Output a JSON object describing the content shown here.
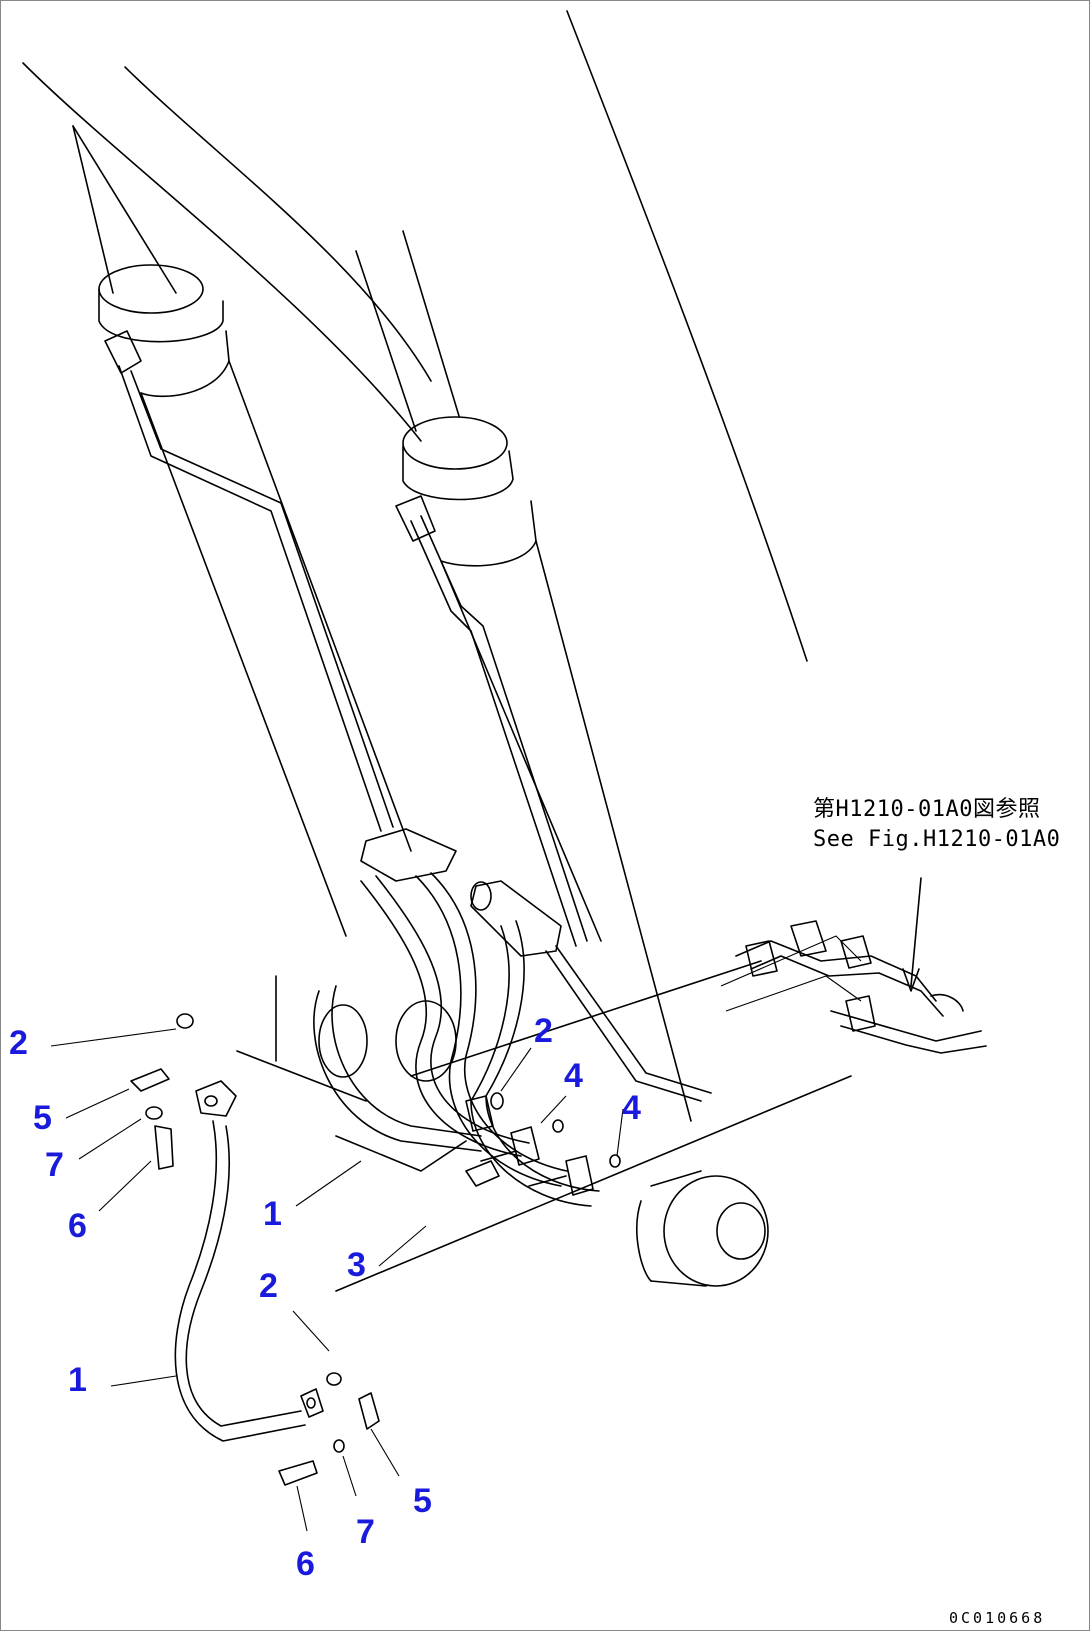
{
  "diagram": {
    "reference_text": {
      "line1": "第H1210-01A0図参照",
      "line2": "See Fig.H1210-01A0"
    },
    "drawing_number": "0C010668",
    "callout_color": "#1a1adc",
    "callouts": [
      {
        "id": "c2-top-left",
        "label": "2"
      },
      {
        "id": "c5-top-left",
        "label": "5"
      },
      {
        "id": "c7-top-left",
        "label": "7"
      },
      {
        "id": "c6-top-left",
        "label": "6"
      },
      {
        "id": "c1-mid",
        "label": "1"
      },
      {
        "id": "c3-mid",
        "label": "3"
      },
      {
        "id": "c2-right",
        "label": "2"
      },
      {
        "id": "c4-left",
        "label": "4"
      },
      {
        "id": "c4-right",
        "label": "4"
      },
      {
        "id": "c2-lower",
        "label": "2"
      },
      {
        "id": "c1-lower",
        "label": "1"
      },
      {
        "id": "c5-lower",
        "label": "5"
      },
      {
        "id": "c7-lower",
        "label": "7"
      },
      {
        "id": "c6-lower",
        "label": "6"
      }
    ]
  }
}
